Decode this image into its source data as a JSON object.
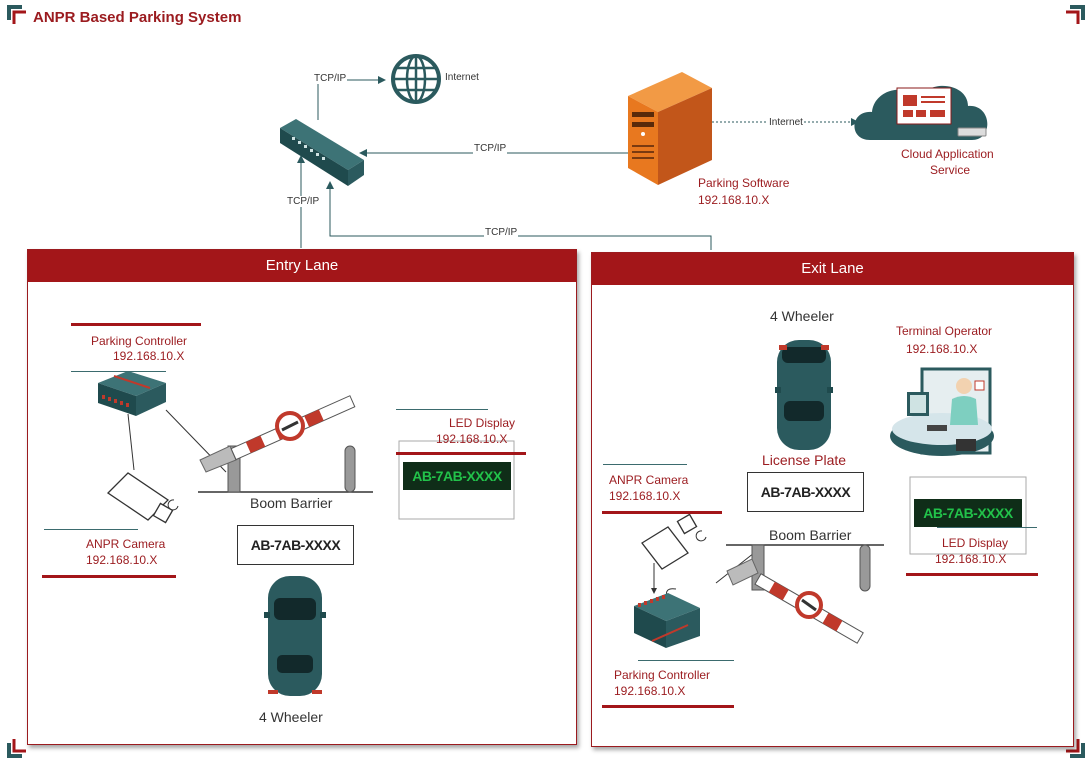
{
  "title": "ANPR Based Parking System",
  "network": {
    "internet_label": "Internet",
    "tcp_ip": "TCP/IP",
    "server_internet_label": "Internet",
    "parking_software_label": "Parking Software",
    "parking_software_ip": "192.168.10.X",
    "cloud_label_line1": "Cloud Application",
    "cloud_label_line2": "Service"
  },
  "entry_lane": {
    "title": "Entry Lane",
    "controller_label": "Parking Controller",
    "controller_ip": "192.168.10.X",
    "led_label": "LED Display",
    "led_ip": "192.168.10.X",
    "led_text": "AB-7AB-XXXX",
    "barrier_label": "Boom Barrier",
    "plate_text": "AB-7AB-XXXX",
    "camera_label": "ANPR Camera",
    "camera_ip": "192.168.10.X",
    "vehicle_label": "4 Wheeler"
  },
  "exit_lane": {
    "title": "Exit Lane",
    "vehicle_label": "4 Wheeler",
    "operator_label": "Terminal Operator",
    "operator_ip": "192.168.10.X",
    "license_plate_label": "License Plate",
    "plate_text": "AB-7AB-XXXX",
    "camera_label": "ANPR Camera",
    "camera_ip": "192.168.10.X",
    "barrier_label": "Boom Barrier",
    "led_text": "AB-7AB-XXXX",
    "led_label": "LED Display",
    "led_ip": "192.168.10.X",
    "controller_label": "Parking Controller",
    "controller_ip": "192.168.10.X"
  },
  "colors": {
    "accent_red": "#a31619",
    "teal": "#2b5a5e",
    "server_orange": "#e0731e",
    "led_green": "#22c24a"
  }
}
